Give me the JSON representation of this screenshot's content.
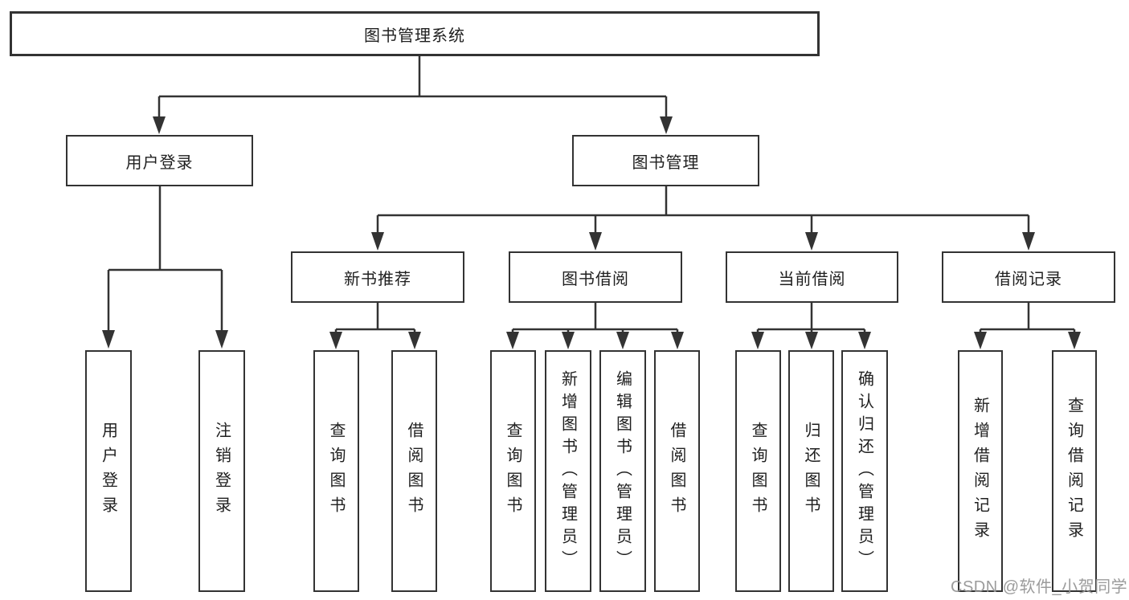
{
  "diagram": {
    "root": {
      "label": "图书管理系统"
    },
    "level2": [
      {
        "label": "用户登录"
      },
      {
        "label": "图书管理"
      }
    ],
    "level3": [
      {
        "label": "新书推荐"
      },
      {
        "label": "图书借阅"
      },
      {
        "label": "当前借阅"
      },
      {
        "label": "借阅记录"
      }
    ],
    "leaves": {
      "user_login": [
        {
          "label": "用户登录"
        },
        {
          "label": "注销登录"
        }
      ],
      "new_book": [
        {
          "label": "查询图书"
        },
        {
          "label": "借阅图书"
        }
      ],
      "book_borrow": [
        {
          "label": "查询图书"
        },
        {
          "label": "新增图书（管理员）"
        },
        {
          "label": "编辑图书（管理员）"
        },
        {
          "label": "借阅图书"
        }
      ],
      "current_borrow": [
        {
          "label": "查询图书"
        },
        {
          "label": "归还图书"
        },
        {
          "label": "确认归还（管理员）"
        }
      ],
      "borrow_record": [
        {
          "label": "新增借阅记录"
        },
        {
          "label": "查询借阅记录"
        }
      ]
    }
  },
  "watermark": {
    "text": "CSDN @软件_小贺同学"
  },
  "colors": {
    "line": "#333333",
    "text": "#1f1f1f",
    "background": "#ffffff",
    "watermark": "#969696"
  }
}
